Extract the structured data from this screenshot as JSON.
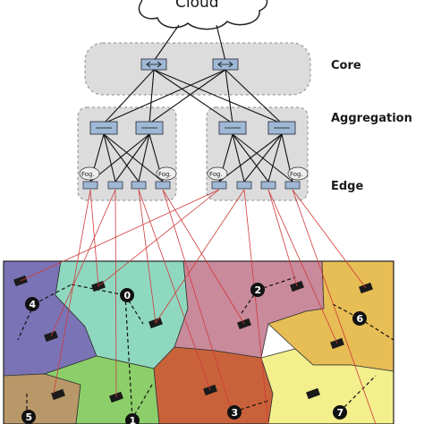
{
  "cloud": {
    "label": "Cloud"
  },
  "tiers": {
    "core": "Core",
    "aggregation": "Aggregation",
    "edge": "Edge"
  },
  "fog_label": "Fog.",
  "regions": [
    {
      "id": "0",
      "color": "#8fd8c0"
    },
    {
      "id": "1",
      "color": "#8ccf6a"
    },
    {
      "id": "2",
      "color": "#c98a9b"
    },
    {
      "id": "3",
      "color": "#c9623a"
    },
    {
      "id": "4",
      "color": "#7a73b6"
    },
    {
      "id": "5",
      "color": "#b89868"
    },
    {
      "id": "6",
      "color": "#e7bd55"
    },
    {
      "id": "7",
      "color": "#f2ef8c"
    }
  ],
  "colors": {
    "group_fill": "#dcdcdc",
    "link_black": "#111111",
    "link_red": "#d03a3a",
    "switch_top": "#9fb8d6",
    "switch_side": "#5f7fa8"
  }
}
